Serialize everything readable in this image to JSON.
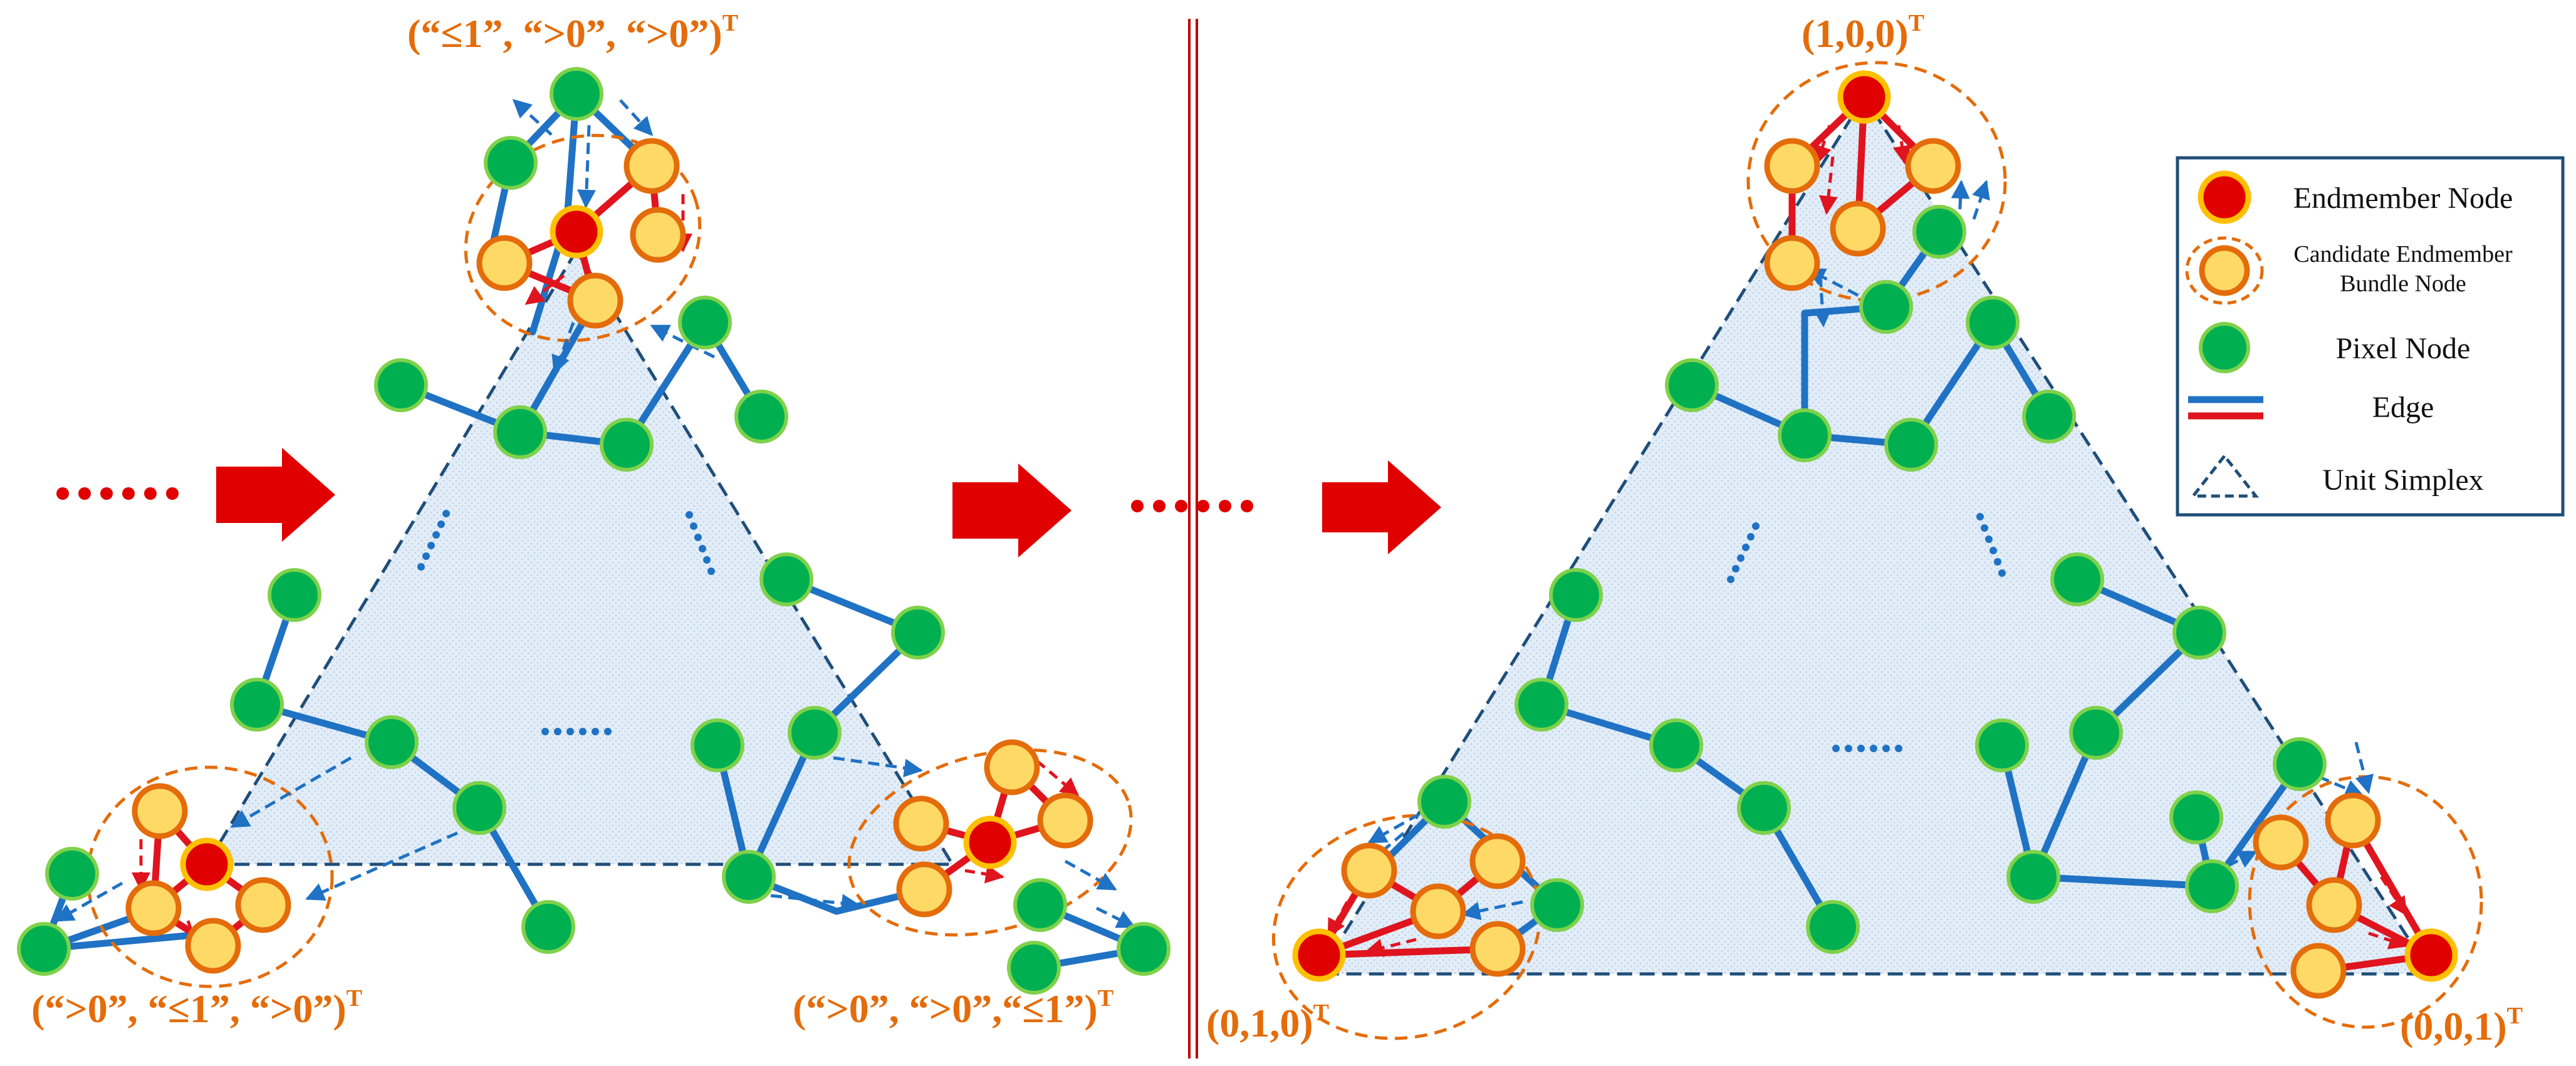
{
  "colors": {
    "blue_edge": "#1f72c4",
    "red_edge": "#e0141e",
    "green_node": "#00b050",
    "green_stroke": "#7fd14a",
    "orange": "#e46c0a",
    "candidate_fill": "#ffd966",
    "endmember_fill": "#e00000",
    "endmember_ring": "#ffc000",
    "simplex_fill": "#ddeaf6",
    "simplex_stroke": "#1f4e79",
    "arrow_red": "#e00000",
    "divider": "#c00000"
  },
  "labels": {
    "left_top": {
      "main": "(“≤1”, “>0”, “>0”)",
      "sup": "T"
    },
    "left_bl": {
      "main": "(“>0”, “≤1”, “>0”)",
      "sup": "T"
    },
    "left_br": {
      "main": "(“>0”, “>0”,“≤1”)",
      "sup": "T"
    },
    "right_top": {
      "main": "(1,0,0)",
      "sup": "T"
    },
    "right_bl": {
      "main": "(0,1,0)",
      "sup": "T"
    },
    "right_br": {
      "main": "(0,0,1)",
      "sup": "T"
    }
  },
  "legend": {
    "endmember": "Endmember Node",
    "candidate_l1": "Candidate Endmember",
    "candidate_l2": "Bundle Node",
    "pixel": "Pixel Node",
    "edge": "Edge",
    "simplex": "Unit Simplex"
  }
}
